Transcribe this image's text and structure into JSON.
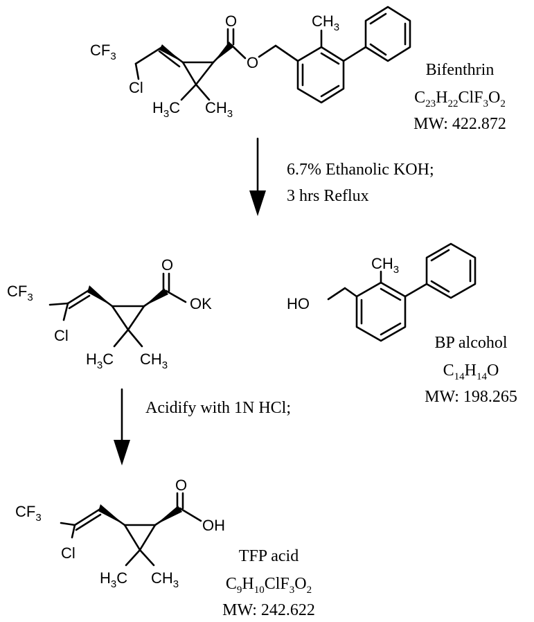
{
  "bifenthrin": {
    "name": "Bifenthrin",
    "formula": [
      [
        "C",
        ""
      ],
      [
        "",
        "23"
      ],
      [
        "H",
        ""
      ],
      [
        "",
        "22"
      ],
      [
        "ClF",
        ""
      ],
      [
        "",
        "3"
      ],
      [
        "O",
        ""
      ],
      [
        "",
        "2"
      ]
    ],
    "mw": "MW: 422.872",
    "atoms": {
      "o_carbonyl": "O",
      "o_ester": "O",
      "cl": "Cl"
    },
    "groups": {
      "cf3": [
        [
          "CF",
          ""
        ],
        [
          "",
          "3"
        ]
      ],
      "ch3_ring": [
        [
          "CH",
          ""
        ],
        [
          "",
          "3"
        ]
      ],
      "h3c": [
        [
          "H",
          ""
        ],
        [
          "",
          "3"
        ],
        [
          "C",
          ""
        ]
      ],
      "ch3": [
        [
          "CH",
          ""
        ],
        [
          "",
          "3"
        ]
      ]
    }
  },
  "step1": {
    "line1": "6.7% Ethanolic KOH;",
    "line2": "3 hrs Reflux"
  },
  "potassium_salt": {
    "atoms": {
      "o_carbonyl": "O",
      "ok": "OK",
      "cl": "Cl"
    },
    "groups": {
      "cf3": [
        [
          "CF",
          ""
        ],
        [
          "",
          "3"
        ]
      ],
      "h3c": [
        [
          "H",
          ""
        ],
        [
          "",
          "3"
        ],
        [
          "C",
          ""
        ]
      ],
      "ch3": [
        [
          "CH",
          ""
        ],
        [
          "",
          "3"
        ]
      ]
    }
  },
  "bp_alcohol": {
    "name": "BP alcohol",
    "formula": [
      [
        "C",
        ""
      ],
      [
        "",
        "14"
      ],
      [
        "H",
        ""
      ],
      [
        "",
        "14"
      ],
      [
        "O",
        ""
      ]
    ],
    "mw": "MW: 198.265",
    "atoms": {
      "ho": "HO"
    },
    "groups": {
      "ch3": [
        [
          "CH",
          ""
        ],
        [
          "",
          "3"
        ]
      ]
    }
  },
  "step2": {
    "line1": "Acidify with 1N HCl;"
  },
  "tfp_acid": {
    "name": "TFP acid",
    "formula": [
      [
        "C",
        ""
      ],
      [
        "",
        "9"
      ],
      [
        "H",
        ""
      ],
      [
        "",
        "10"
      ],
      [
        "ClF",
        ""
      ],
      [
        "",
        "3"
      ],
      [
        "O",
        ""
      ],
      [
        "",
        "2"
      ]
    ],
    "mw": "MW: 242.622",
    "atoms": {
      "o_carbonyl": "O",
      "oh": "OH",
      "cl": "Cl"
    },
    "groups": {
      "cf3": [
        [
          "CF",
          ""
        ],
        [
          "",
          "3"
        ]
      ],
      "h3c": [
        [
          "H",
          ""
        ],
        [
          "",
          "3"
        ],
        [
          "C",
          ""
        ]
      ],
      "ch3": [
        [
          "CH",
          ""
        ],
        [
          "",
          "3"
        ]
      ]
    }
  }
}
